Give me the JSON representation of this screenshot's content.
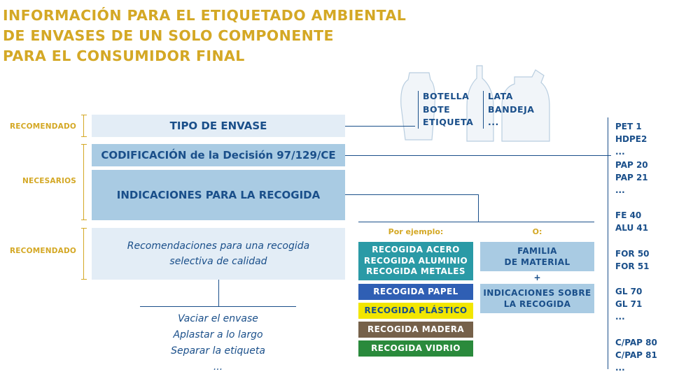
{
  "title_lines": [
    "INFORMACIÓN PARA EL ETIQUETADO AMBIENTAL",
    "DE ENVASES DE UN SOLO COMPONENTE",
    "PARA EL CONSUMIDOR FINAL"
  ],
  "side_labels": {
    "recomendado_1": "RECOMENDADO",
    "necesarios": "NECESARIOS",
    "recomendado_2": "RECOMENDADO"
  },
  "boxes": {
    "tipo_envase": "TIPO DE ENVASE",
    "codificacion": "CODIFICACIÓN de la Decisión 97/129/CE",
    "indicaciones": "INDICACIONES PARA LA RECOGIDA",
    "recomendaciones_1": "Recomendaciones para una recogida",
    "recomendaciones_2": "selectiva de calidad"
  },
  "product_types": {
    "col1": [
      "BOTELLA",
      "BOTE",
      "ETIQUETA"
    ],
    "col2": [
      "LATA",
      "BANDEJA",
      "..."
    ]
  },
  "actions": [
    "Vaciar el envase",
    "Aplastar a lo largo",
    "Separar la etiqueta",
    "..."
  ],
  "examples": {
    "por_ejemplo": "Por ejemplo:",
    "o": "O:",
    "plus": "+",
    "rec_metales": [
      "RECOGIDA ACERO",
      "RECOGIDA ALUMINIO",
      "RECOGIDA METALES"
    ],
    "rec_papel": "RECOGIDA PAPEL",
    "rec_plastico": "RECOGIDA PLÁSTICO",
    "rec_madera": "RECOGIDA MADERA",
    "rec_vidrio": "RECOGIDA VIDRIO",
    "familia": [
      "FAMILIA",
      "DE MATERIAL"
    ],
    "indicaciones_sobre": [
      "INDICACIONES SOBRE",
      "LA RECOGIDA"
    ]
  },
  "codes": [
    "PET 1",
    "HDPE2",
    "...",
    "PAP 20",
    "PAP 21",
    "...",
    "",
    "FE 40",
    "ALU 41",
    "",
    "FOR 50",
    "FOR 51",
    "",
    "GL 70",
    "GL 71",
    "...",
    "",
    "C/PAP 80",
    "C/PAP 81",
    "..."
  ],
  "colors": {
    "accent_gold": "#d4a825",
    "navy": "#1a4f8a",
    "light_box": "#e3edf6",
    "mid_box": "#a9cbe3",
    "teal": "#2a9aa6",
    "blue": "#2f5fb4",
    "yellow": "#f2e600",
    "brown": "#76614a",
    "green": "#2a8a3c"
  }
}
